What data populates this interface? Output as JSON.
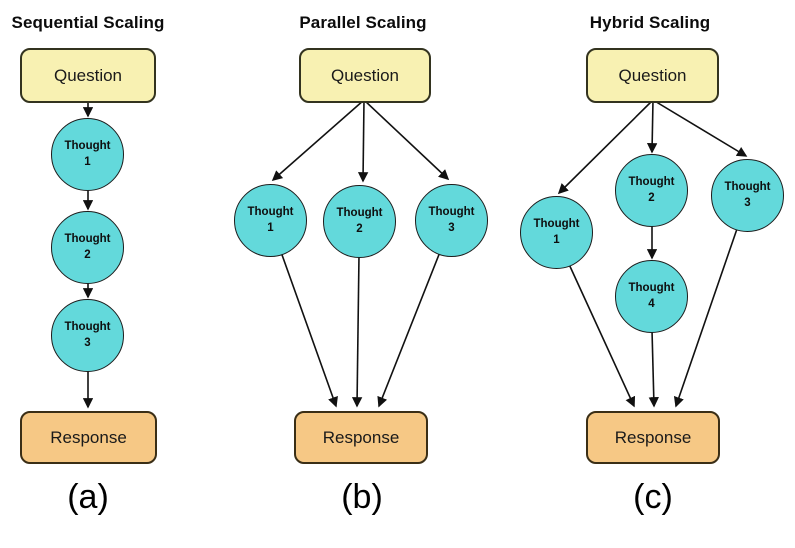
{
  "figure": {
    "type": "diagram",
    "panels": [
      {
        "id": "a",
        "title": "Sequential Scaling",
        "caption": "(a)",
        "question": "Question",
        "response": "Response",
        "thoughts": [
          {
            "label": "Thought 1"
          },
          {
            "label": "Thought 2"
          },
          {
            "label": "Thought 3"
          }
        ],
        "edges": [
          "Question → Thought 1",
          "Thought 1 → Thought 2",
          "Thought 2 → Thought 3",
          "Thought 3 → Response"
        ]
      },
      {
        "id": "b",
        "title": "Parallel Scaling",
        "caption": "(b)",
        "question": "Question",
        "response": "Response",
        "thoughts": [
          {
            "label": "Thought 1"
          },
          {
            "label": "Thought 2"
          },
          {
            "label": "Thought 3"
          }
        ],
        "edges": [
          "Question → Thought 1",
          "Question → Thought 2",
          "Question → Thought 3",
          "Thought 1 → Response",
          "Thought 2 → Response",
          "Thought 3 → Response"
        ]
      },
      {
        "id": "c",
        "title": "Hybrid Scaling",
        "caption": "(c)",
        "question": "Question",
        "response": "Response",
        "thoughts": [
          {
            "label": "Thought 1"
          },
          {
            "label": "Thought 2"
          },
          {
            "label": "Thought 3"
          },
          {
            "label": "Thought 4"
          }
        ],
        "edges": [
          "Question → Thought 1",
          "Question → Thought 2",
          "Question → Thought 3",
          "Thought 2 → Thought 4",
          "Thought 1 → Response",
          "Thought 4 → Response",
          "Thought 3 → Response"
        ]
      }
    ],
    "colors": {
      "question_fill": "#F8F1B2",
      "question_border": "#33331F",
      "thought_fill": "#63D9DB",
      "thought_border": "#1C1C1C",
      "response_fill": "#F6C885",
      "response_border": "#3A2E16",
      "arrow": "#111111",
      "text": "#111111",
      "background": "#FFFFFF"
    }
  }
}
